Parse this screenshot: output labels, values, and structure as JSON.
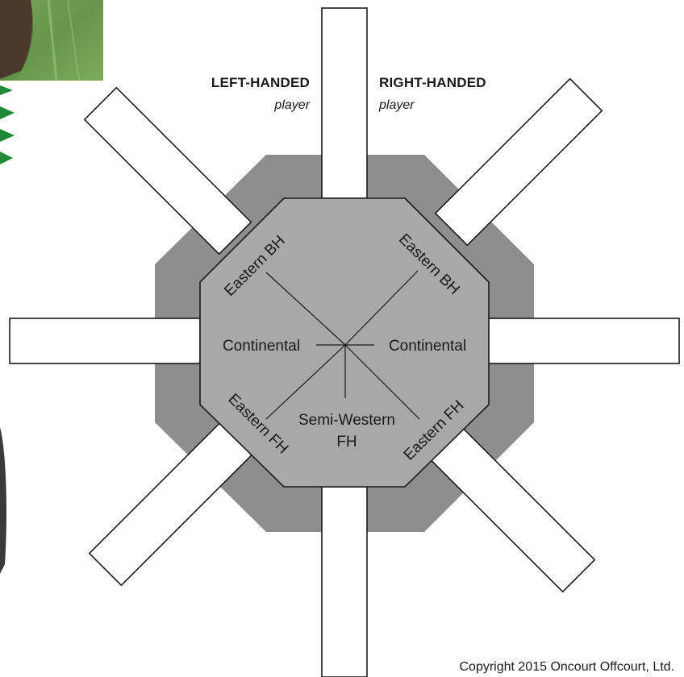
{
  "diagram": {
    "left_header": {
      "title": "LEFT-HANDED",
      "subtitle": "player"
    },
    "right_header": {
      "title": "RIGHT-HANDED",
      "subtitle": "player"
    },
    "grips": {
      "eastern_bh_left": "Eastern BH",
      "eastern_bh_right": "Eastern BH",
      "continental_left": "Continental",
      "continental_right": "Continental",
      "eastern_fh_left": "Eastern FH",
      "eastern_fh_right": "Eastern FH",
      "semi_western_fh_line1": "Semi-Western",
      "semi_western_fh_line2": "FH"
    },
    "copyright": "Copyright 2015 Oncourt Offcourt, Ltd.",
    "colors": {
      "octagon_fill": "#8e8e8e",
      "inner_fill": "#a8a8a8",
      "stroke": "#1a1a1a",
      "photo_green": "#5f8f45",
      "arrow_green": "#1f8a35"
    },
    "decor": {
      "top_left_image": "racket-handle-photo",
      "arrows": "green-arrowhead-icons"
    }
  }
}
